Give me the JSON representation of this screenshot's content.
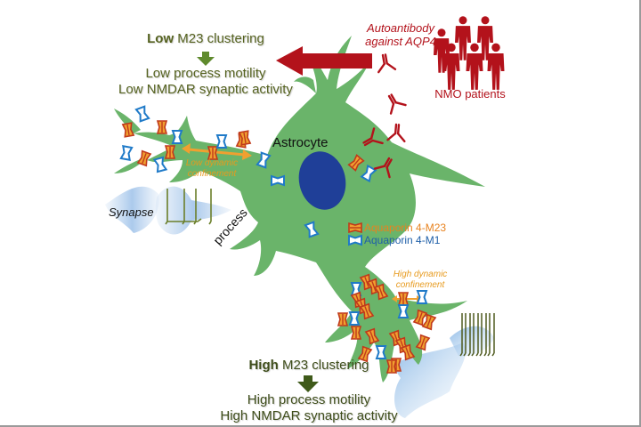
{
  "diagram": {
    "top_caption": {
      "bold": "Low",
      "rest": " M23 clustering",
      "line2": "Low process motility",
      "line3": "Low NMDAR synaptic activity"
    },
    "bottom_caption": {
      "bold": "High",
      "rest": " M23 clustering",
      "line2": "High process motility",
      "line3": "High NMDAR synaptic activity"
    },
    "autoantibody_label": [
      "Autoantibody",
      "against AQP4"
    ],
    "patients_label": "NMO patients",
    "cell_label": "Astrocyte",
    "process_label": "process",
    "synapse_label": "Synapse",
    "low_confinement_label": [
      "Low dynamic",
      "confinement"
    ],
    "high_confinement_label": [
      "High dynamic",
      "confinement"
    ],
    "legend": [
      {
        "label": "Aquaporin 4-M23",
        "color": "#e8821e",
        "icon": "aqp4-m23-channel-icon"
      },
      {
        "label": "Aquaporin 4-M1",
        "color": "#1f5fa8",
        "icon": "aqp4-m1-channel-icon"
      }
    ],
    "colors": {
      "astrocyte": "#6ab46a",
      "nucleus": "#1f3f98",
      "antibody": "#b3121b",
      "caption_text": "#55621f",
      "confinement": "#f0a030",
      "spike": "#5d6b23"
    }
  }
}
